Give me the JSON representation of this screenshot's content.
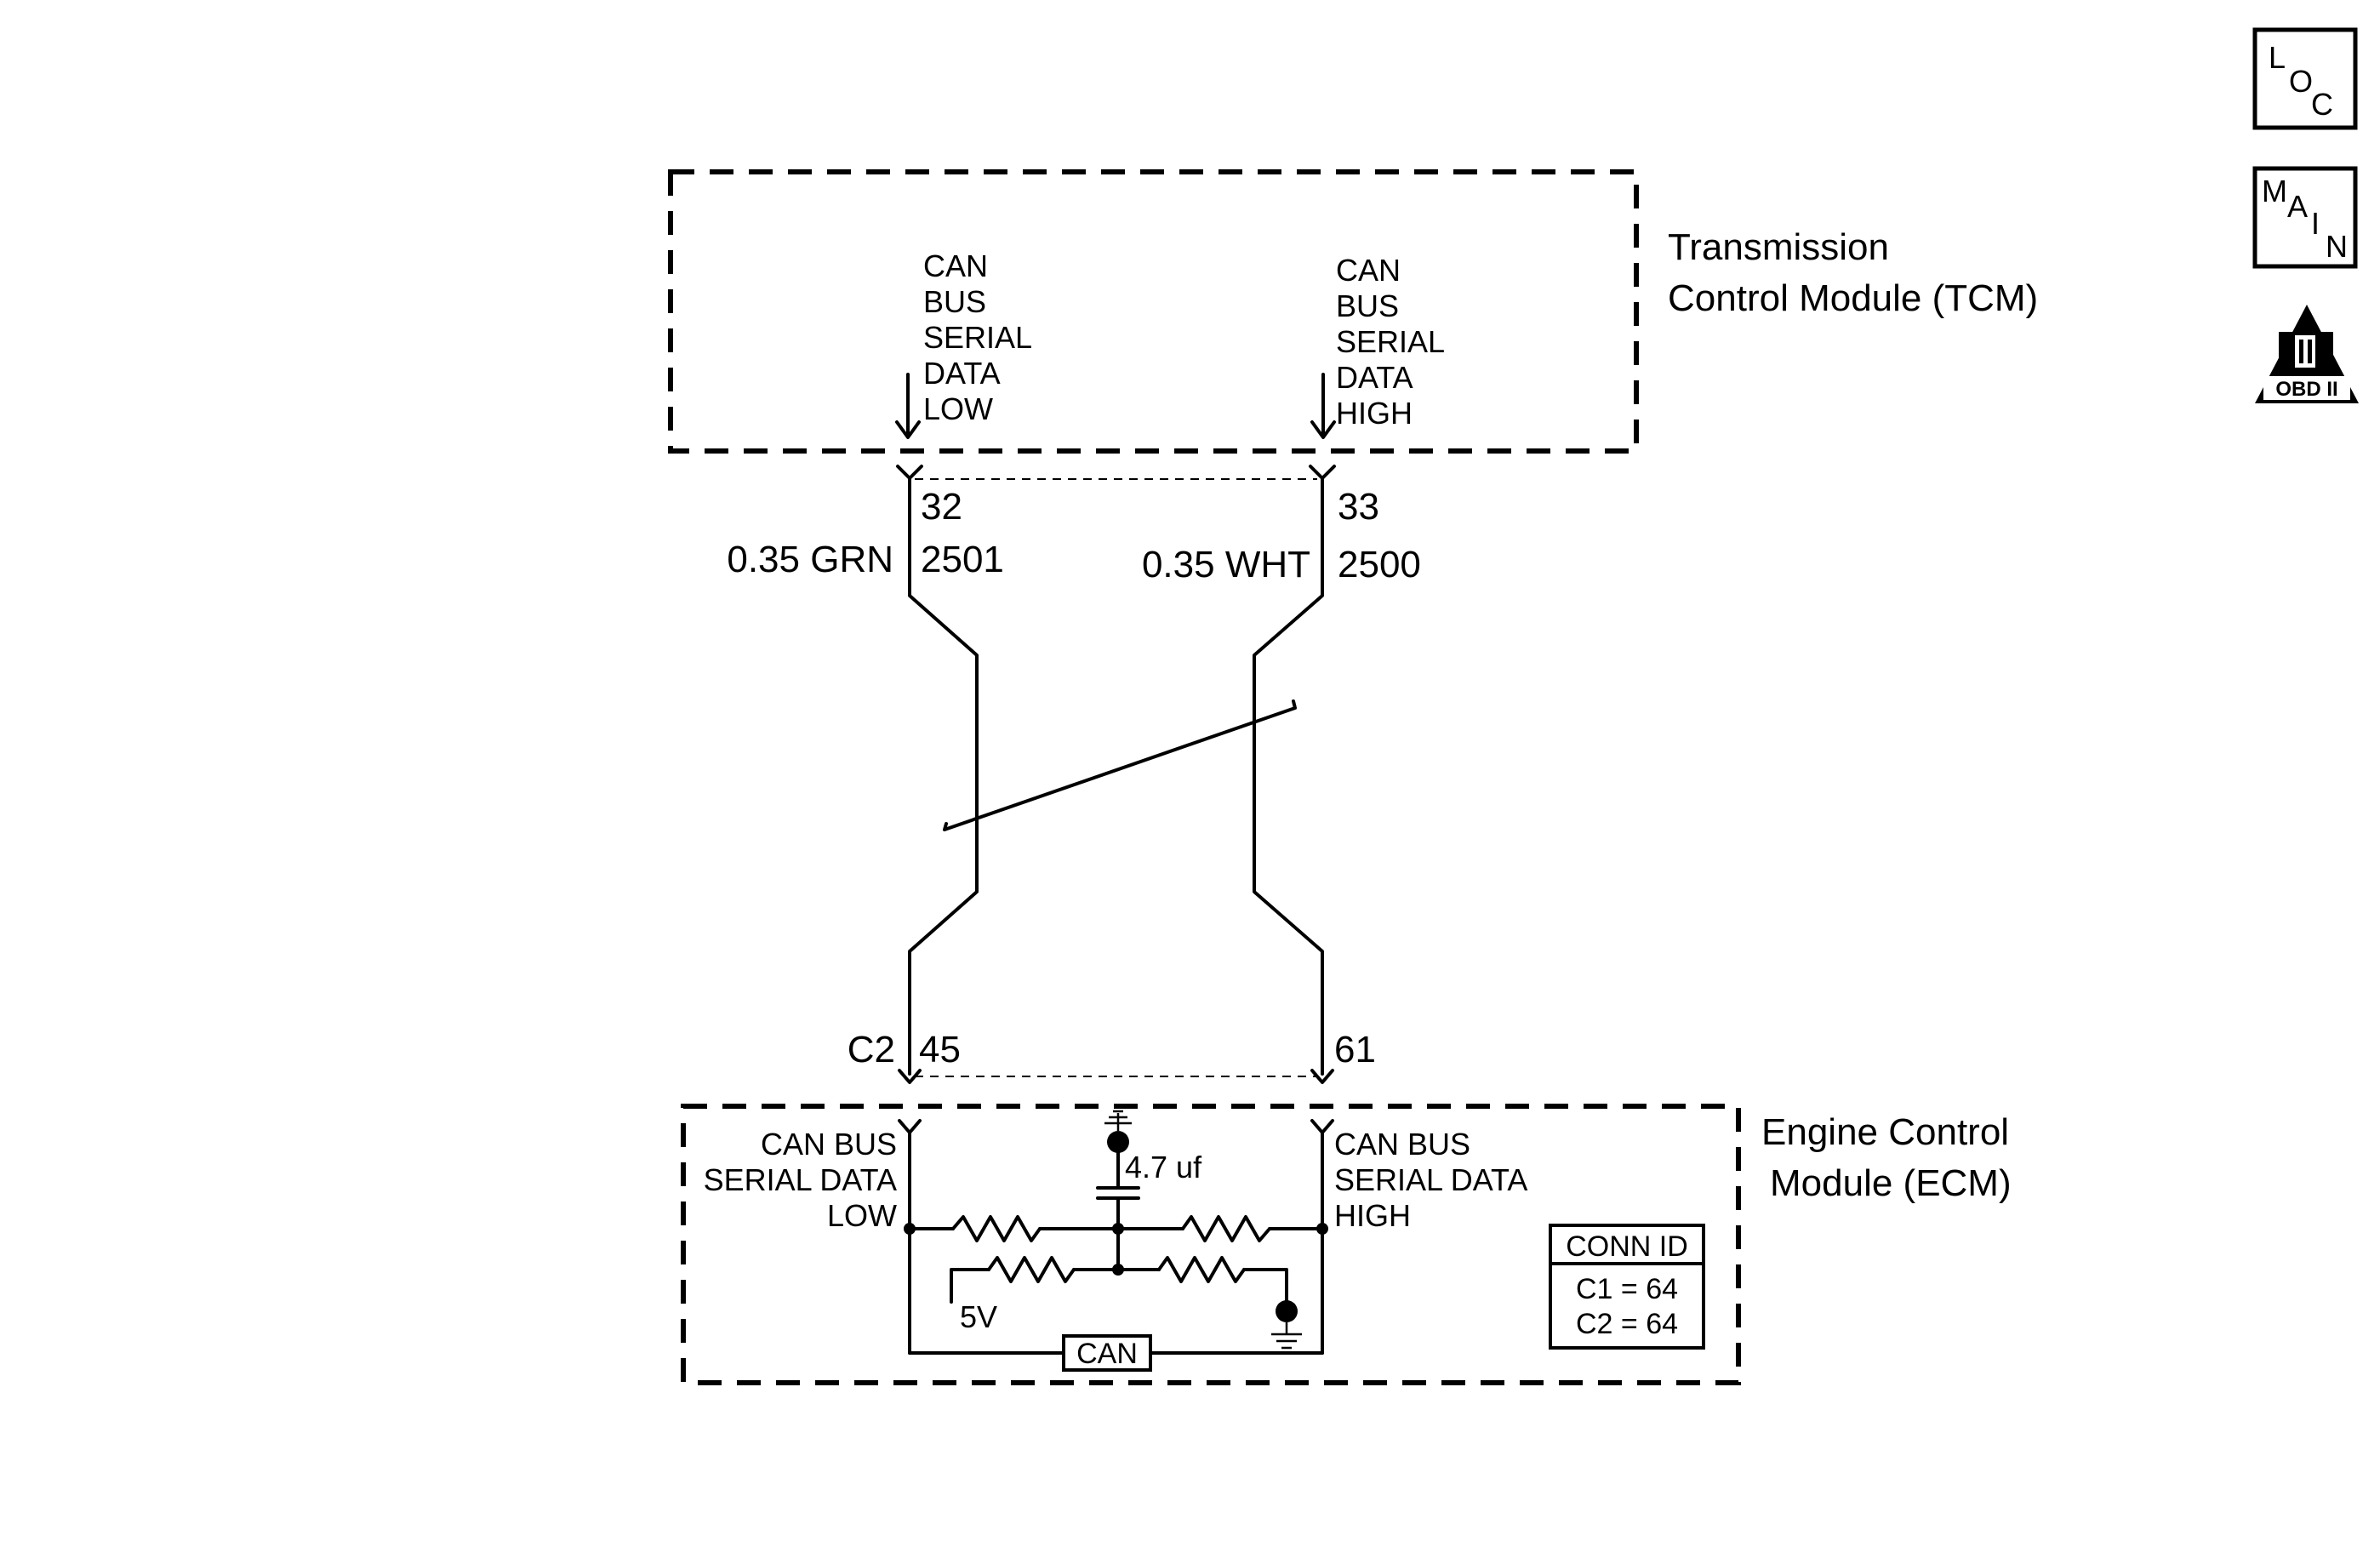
{
  "tcm": {
    "title_line1": "Transmission",
    "title_line2": "Control Module (TCM)",
    "low_label": [
      "CAN",
      "BUS",
      "SERIAL",
      "DATA",
      "LOW"
    ],
    "high_label": [
      "CAN",
      "BUS",
      "SERIAL",
      "DATA",
      "HIGH"
    ]
  },
  "wires": {
    "low": {
      "pin": "32",
      "circuit": "2501",
      "gauge_color": "0.35 GRN"
    },
    "high": {
      "pin": "33",
      "circuit": "2500",
      "gauge_color": "0.35 WHT"
    }
  },
  "ecm_connector": {
    "name": "C2",
    "low_pin": "45",
    "high_pin": "61"
  },
  "ecm": {
    "title_line1": "Engine Control",
    "title_line2": "Module (ECM)",
    "low_label": [
      "CAN BUS",
      "SERIAL DATA",
      "LOW"
    ],
    "high_label": [
      "CAN BUS",
      "SERIAL DATA",
      "HIGH"
    ],
    "capacitor": "4.7 uf",
    "supply": "5V",
    "can_block": "CAN"
  },
  "conn_id": {
    "header": "CONN ID",
    "rows": [
      "C1 = 64",
      "C2 = 64"
    ]
  },
  "side_icons": {
    "loc": [
      "L",
      "O",
      "C"
    ],
    "main": [
      "M",
      "A",
      "I",
      "N"
    ],
    "obd": {
      "numeral": "II",
      "label": "OBD II"
    }
  }
}
